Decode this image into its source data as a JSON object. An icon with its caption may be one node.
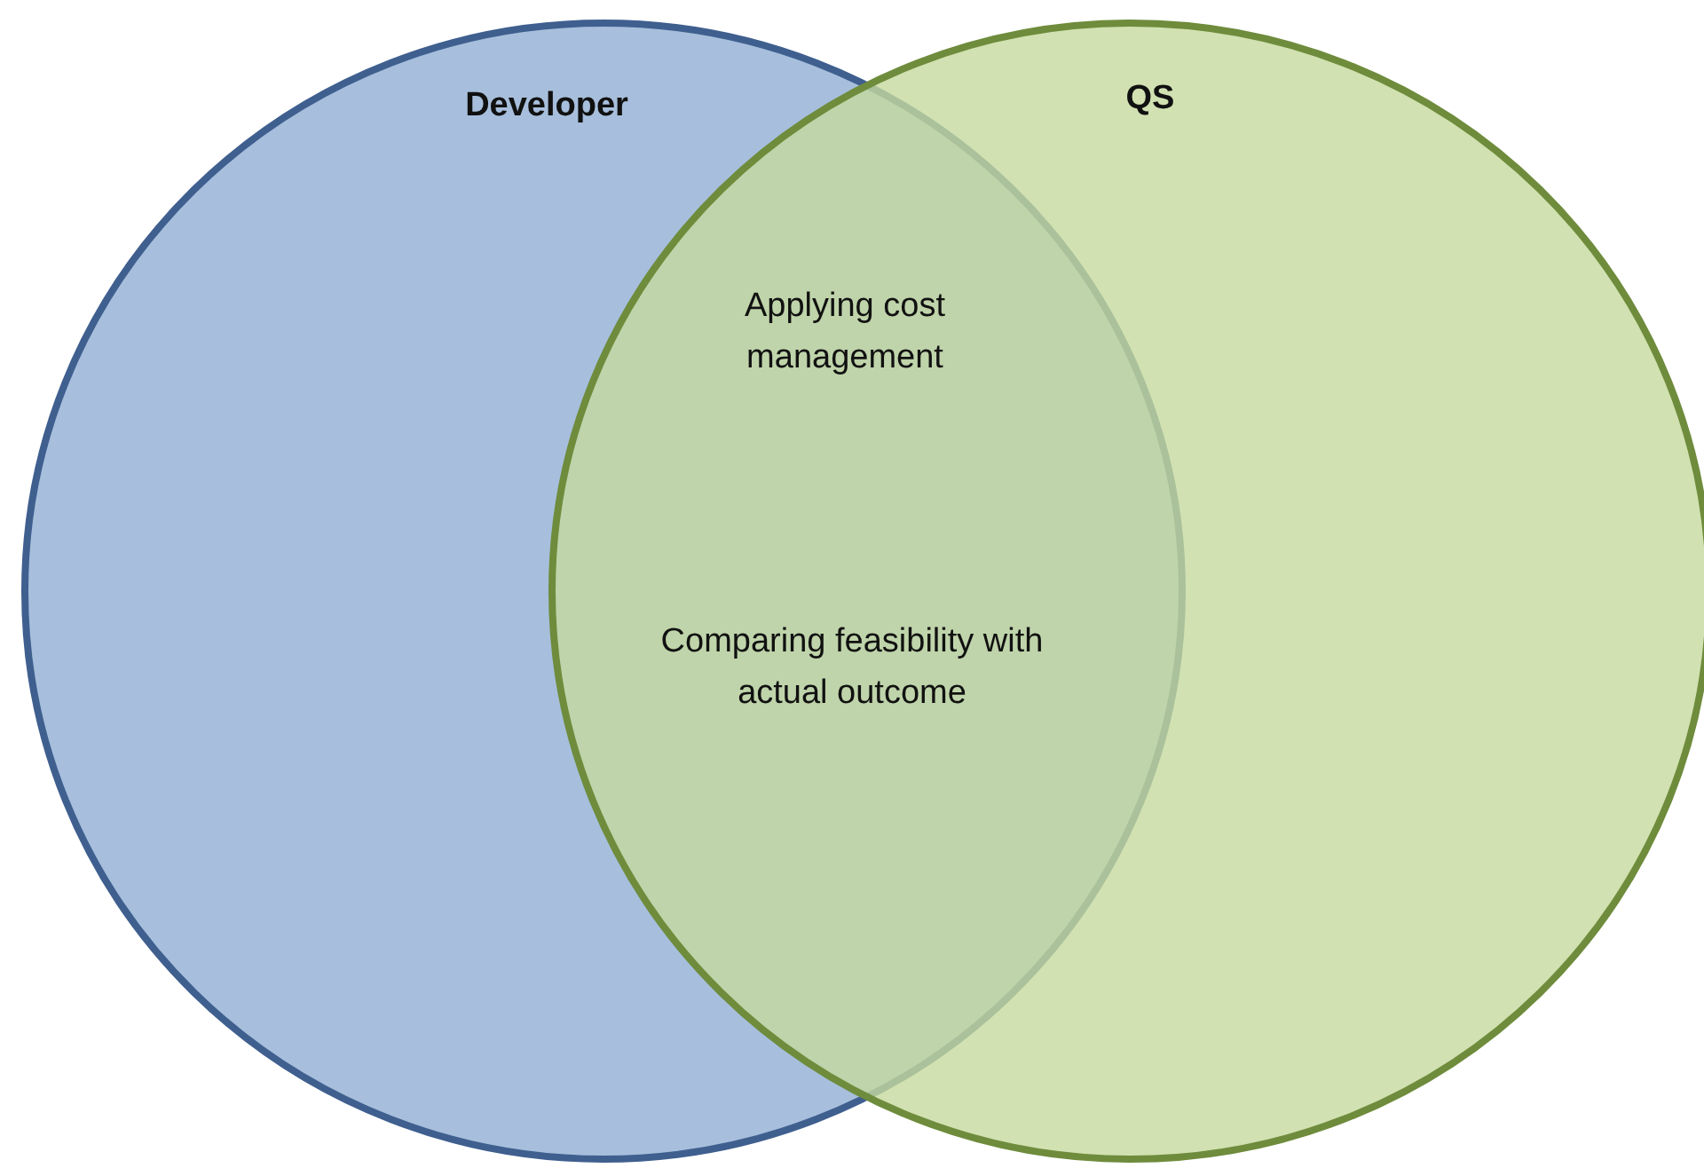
{
  "diagram": {
    "nodes": [
      {
        "text": [
          "Developer"
        ]
      },
      {
        "text": [
          "QS"
        ]
      }
    ],
    "labels": [
      "Applying cost management",
      "Comparing feasibility with actual outcome"
    ]
  }
}
